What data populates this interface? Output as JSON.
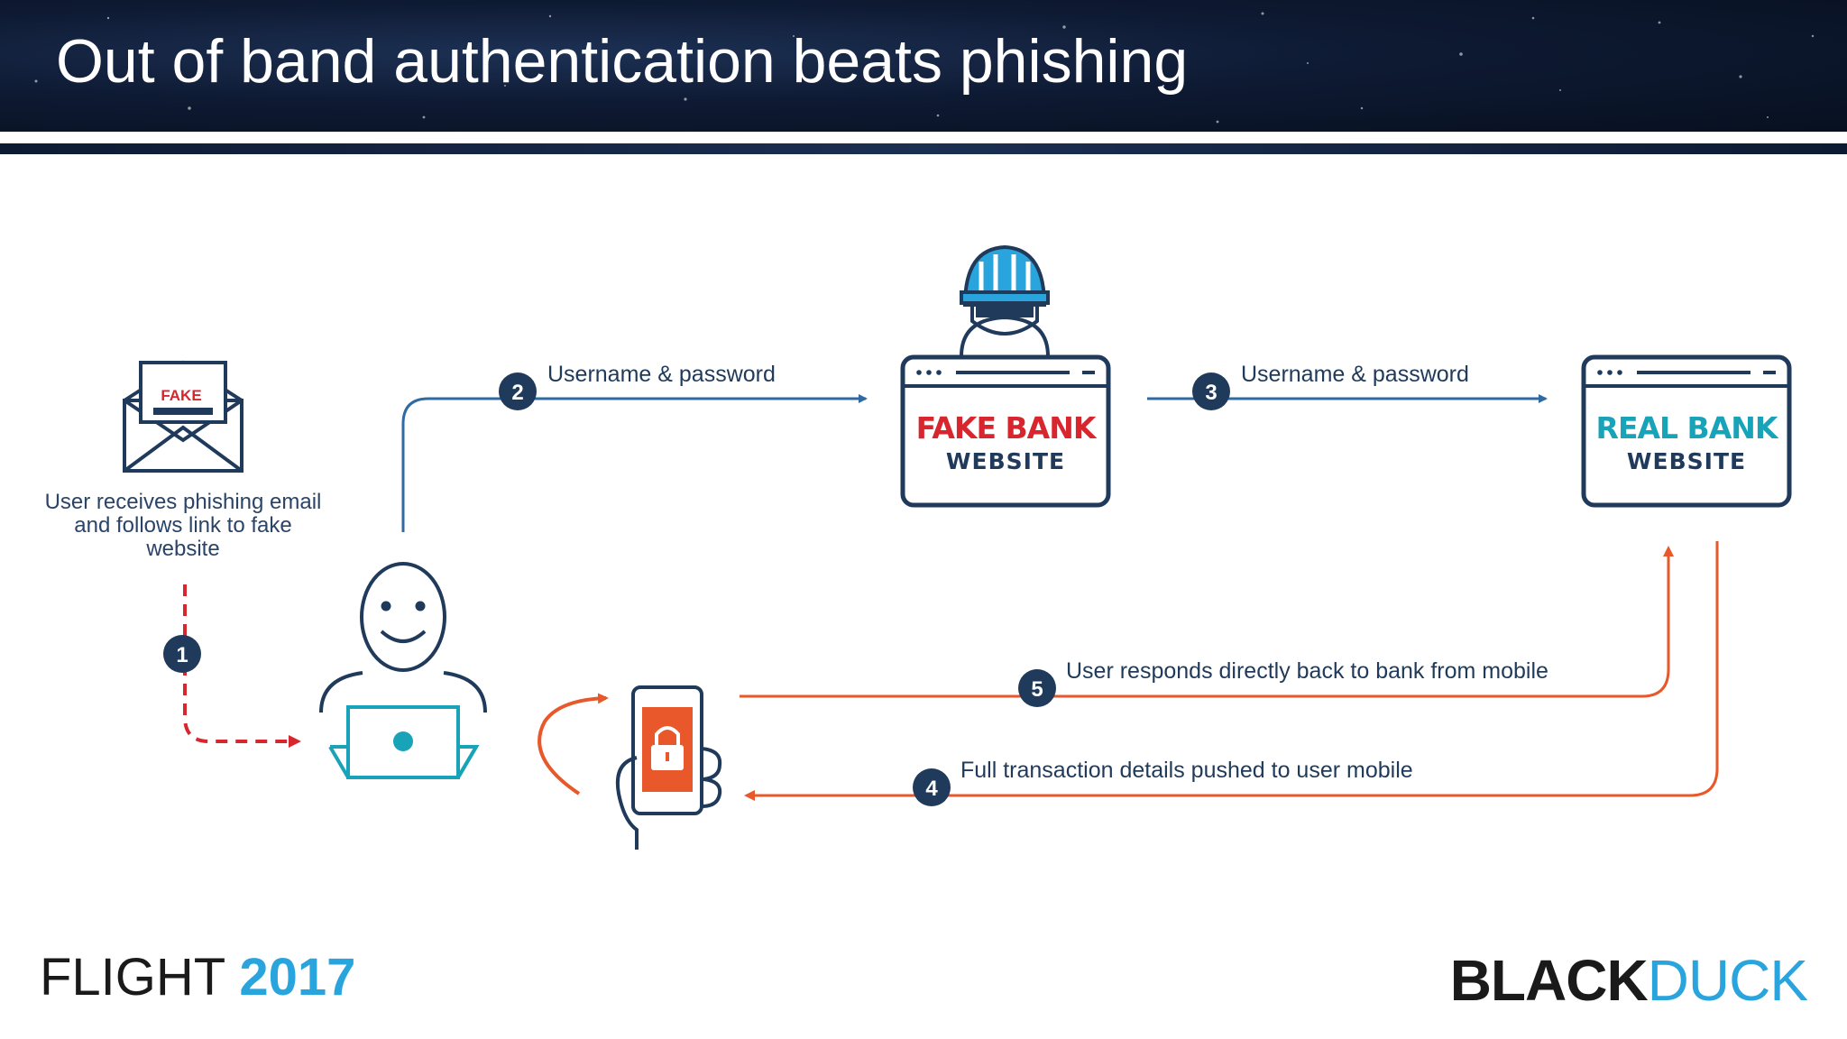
{
  "slide": {
    "title": "Out of band authentication beats phishing"
  },
  "diagram": {
    "email_caption": "User receives phishing email and follows link to fake website",
    "fake_stamp": "FAKE",
    "steps": [
      {
        "number": "1"
      },
      {
        "number": "2",
        "label": "Username & password"
      },
      {
        "number": "3",
        "label": "Username & password"
      },
      {
        "number": "4",
        "label": "Full transaction details pushed to user mobile"
      },
      {
        "number": "5",
        "label": "User responds directly back to bank from mobile"
      }
    ],
    "fake_site": {
      "name": "FAKE BANK",
      "sub": "WEBSITE"
    },
    "real_site": {
      "name": "REAL BANK",
      "sub": "WEBSITE"
    },
    "icons": [
      "envelope-icon",
      "user-laptop-icon",
      "hacker-icon",
      "browser-window-icon",
      "mobile-lock-icon"
    ],
    "colors": {
      "navy": "#1f3a5a",
      "red": "#d7262e",
      "orange": "#e8582a",
      "teal": "#19a3b8",
      "blue": "#2f6aa3"
    }
  },
  "footer": {
    "event_name": "FLIGHT",
    "event_year": "2017",
    "brand_black": "BLACK",
    "brand_duck": "DUCK"
  }
}
